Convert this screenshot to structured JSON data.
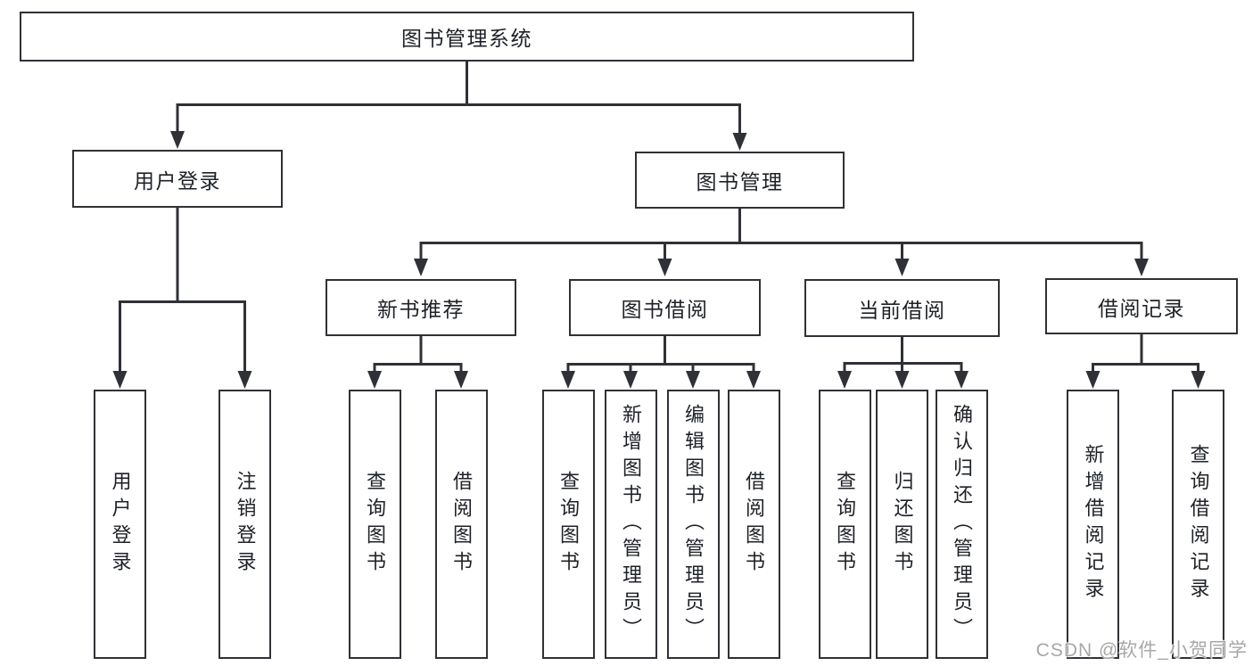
{
  "diagram_title": "图书管理系统",
  "nodes": {
    "root": {
      "label": "图书管理系统"
    },
    "level2": [
      {
        "id": "user-login",
        "label": "用户登录"
      },
      {
        "id": "book-management",
        "label": "图书管理"
      }
    ],
    "level3": [
      {
        "id": "new-book-recommend",
        "label": "新书推荐",
        "parent": "图书管理"
      },
      {
        "id": "book-borrowing",
        "label": "图书借阅",
        "parent": "图书管理"
      },
      {
        "id": "current-borrowing",
        "label": "当前借阅",
        "parent": "图书管理"
      },
      {
        "id": "borrowing-records",
        "label": "借阅记录",
        "parent": "图书管理"
      }
    ],
    "leaves": [
      {
        "label": "用户登录",
        "parent": "用户登录"
      },
      {
        "label": "注销登录",
        "parent": "用户登录"
      },
      {
        "label": "查询图书",
        "parent": "新书推荐"
      },
      {
        "label": "借阅图书",
        "parent": "新书推荐"
      },
      {
        "label": "查询图书",
        "parent": "图书借阅"
      },
      {
        "label": "新增图书（管理员）",
        "parent": "图书借阅"
      },
      {
        "label": "编辑图书（管理员）",
        "parent": "图书借阅"
      },
      {
        "label": "借阅图书",
        "parent": "图书借阅"
      },
      {
        "label": "查询图书",
        "parent": "当前借阅"
      },
      {
        "label": "归还图书",
        "parent": "当前借阅"
      },
      {
        "label": "确认归还（管理员）",
        "parent": "当前借阅"
      },
      {
        "label": "新增借阅记录",
        "parent": "借阅记录"
      },
      {
        "label": "查询借阅记录",
        "parent": "借阅记录"
      }
    ]
  },
  "watermark": "CSDN @软件_小贺同学",
  "colors": {
    "line": "#2f3136",
    "text": "#1e2126",
    "background": "#ffffff",
    "watermark": "#a2a2a2"
  }
}
